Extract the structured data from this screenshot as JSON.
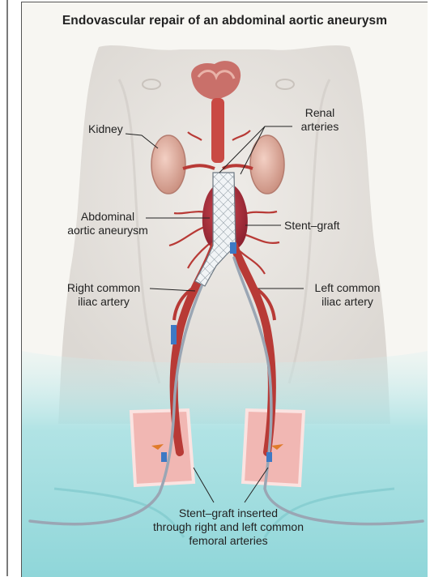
{
  "title": "Endovascular repair of an abdominal aortic aneurysm",
  "labels": {
    "kidney": [
      "Kidney"
    ],
    "renal": [
      "Renal",
      "arteries"
    ],
    "aneurysm": [
      "Abdominal",
      "aortic aneurysm"
    ],
    "stent_graft": [
      "Stent–graft"
    ],
    "right_iliac": [
      "Right common",
      "iliac artery"
    ],
    "left_iliac": [
      "Left common",
      "iliac artery"
    ],
    "inserted": [
      "Stent–graft inserted",
      "through right and left common",
      "femoral arteries"
    ]
  },
  "colors": {
    "background": "#f7f6f2",
    "body_skin": "#ebe8e3",
    "artery": "#b83a36",
    "aneurysm": "#a8303a",
    "kidney": "#d9a697",
    "stent": "#e8ecef",
    "catheter": "#9aa6b4",
    "marker": "#3d79c4",
    "groin_wash": "#a9e1e3",
    "incision": "#f1b7b3"
  }
}
